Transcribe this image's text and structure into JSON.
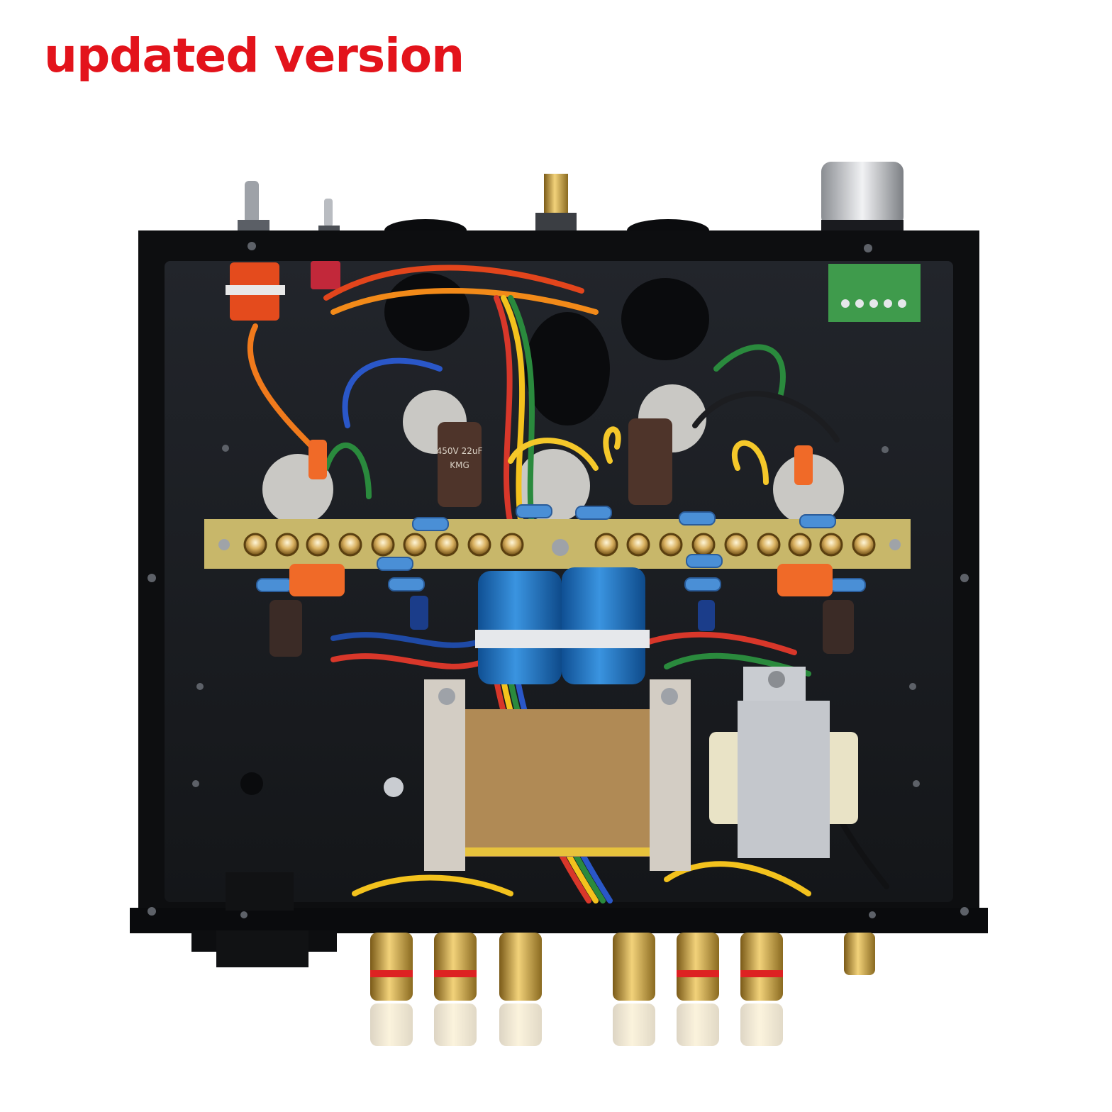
{
  "caption": {
    "text": "updated version",
    "color": "#e3131b"
  },
  "photo": {
    "subject": "",
    "chassis_color": "#15171b",
    "panel_color": "#1d2026",
    "terminal_strip_color": "#c8b76a",
    "capacitor_color": "#1e74c4",
    "transformer_wrap_color": "#b08a55"
  },
  "capacitor_labels": {
    "left": "450V 22uF",
    "left_brand": "KMG"
  }
}
